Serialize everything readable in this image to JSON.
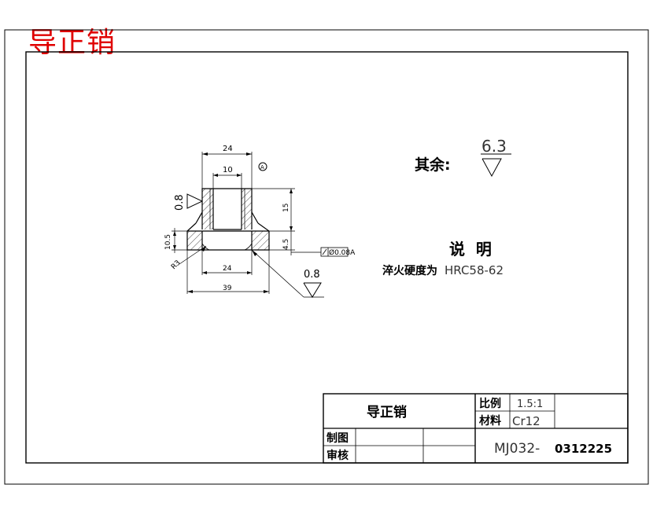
{
  "heading": "导正销",
  "colors": {
    "heading": "#e00000",
    "line": "#000000",
    "paper": "#ffffff"
  },
  "surface": {
    "other_label": "其余:",
    "other_value": "6.3",
    "local_value_left": "0.8",
    "local_value_bottom": "0.8"
  },
  "notes": {
    "title": "说  明",
    "hardness_label": "淬火硬度为",
    "hardness_value": "HRC58-62"
  },
  "dimensions": {
    "top_width": "24",
    "bore": "10",
    "height_upper": "15",
    "flange_height": "10.5",
    "lower_height": "4.5",
    "radius": "R3",
    "inner_width": "24",
    "base_width": "39",
    "tolerance_frame": "Ø0.08A",
    "datum": "A"
  },
  "title_block": {
    "part_name": "导正销",
    "scale_label": "比例",
    "scale_value": "1.5:1",
    "material_label": "材料",
    "material_value": "Cr12",
    "drawn_label": "制图",
    "checked_label": "审核",
    "drawing_no_prefix": "MJ032-",
    "drawing_no_suffix": "0312225"
  }
}
